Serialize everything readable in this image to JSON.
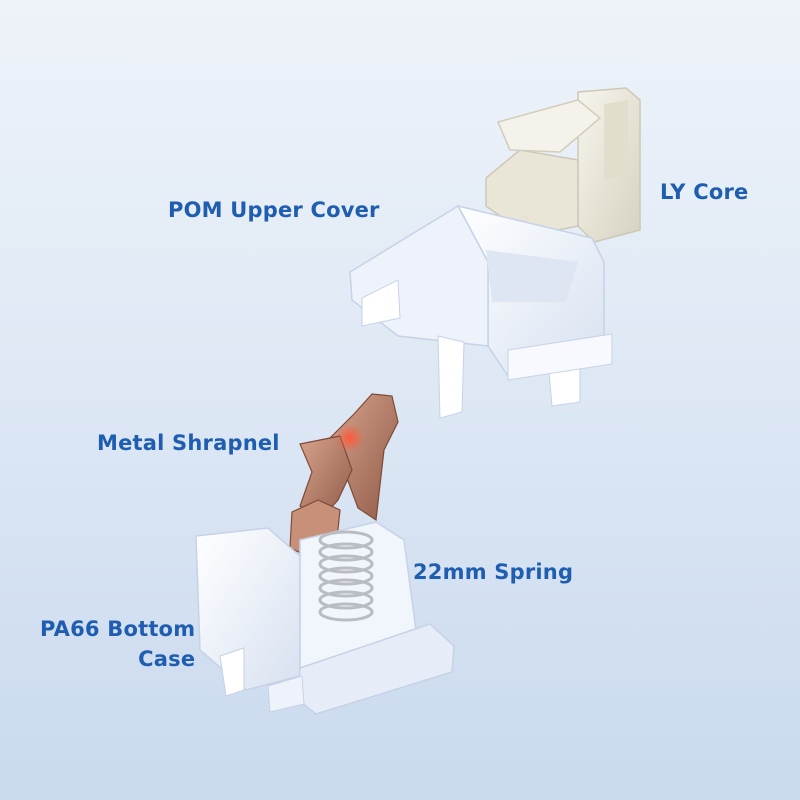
{
  "labels": {
    "upper_cover": "POM Upper Cover",
    "core": "LY Core",
    "shrapnel": "Metal Shrapnel",
    "spring": "22mm Spring",
    "bottom_case": "PA66 Bottom\nCase"
  },
  "colors": {
    "label": "#1f5db0",
    "housing": "#f3f6fc",
    "stem": "#ece9dc",
    "copper": "#b9826a",
    "spring": "#c9ccd2"
  }
}
